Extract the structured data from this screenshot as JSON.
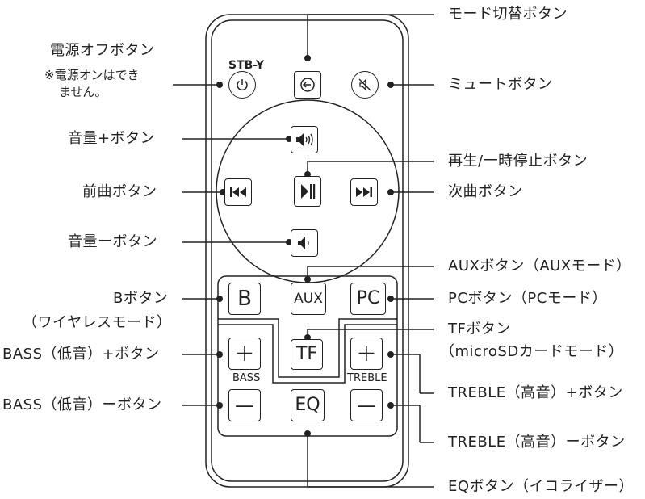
{
  "remote": {
    "model": "STB-Y",
    "bass_label": "BASS",
    "treble_label": "TREBLE",
    "buttons": {
      "b": "B",
      "aux": "AUX",
      "pc": "PC",
      "tf": "TF",
      "plus": "+",
      "minus": "—",
      "eq": "EQ"
    }
  },
  "callouts": {
    "mode_switch": "モード切替ボタン",
    "power_off": "電源オフボタン",
    "power_note_1": "※電源オンはでき",
    "power_note_2": "ません。",
    "mute": "ミュートボタン",
    "volume_up": "音量+ボタン",
    "play_pause": "再生/一時停止ボタン",
    "previous": "前曲ボタン",
    "next": "次曲ボタン",
    "volume_down": "音量ーボタン",
    "aux": "AUXボタン（AUXモード）",
    "b_button": "Bボタン",
    "b_button_mode": "（ワイヤレスモード）",
    "pc": "PCボタン（PCモード）",
    "tf": "TFボタン",
    "tf_mode": "（microSDカードモード）",
    "bass_up": "BASS（低音）+ボタン",
    "treble_up": "TREBLE（高音）+ボタン",
    "bass_down": "BASS（低音）ーボタン",
    "treble_down": "TREBLE（高音）ーボタン",
    "eq": "EQボタン（イコライザー）"
  }
}
